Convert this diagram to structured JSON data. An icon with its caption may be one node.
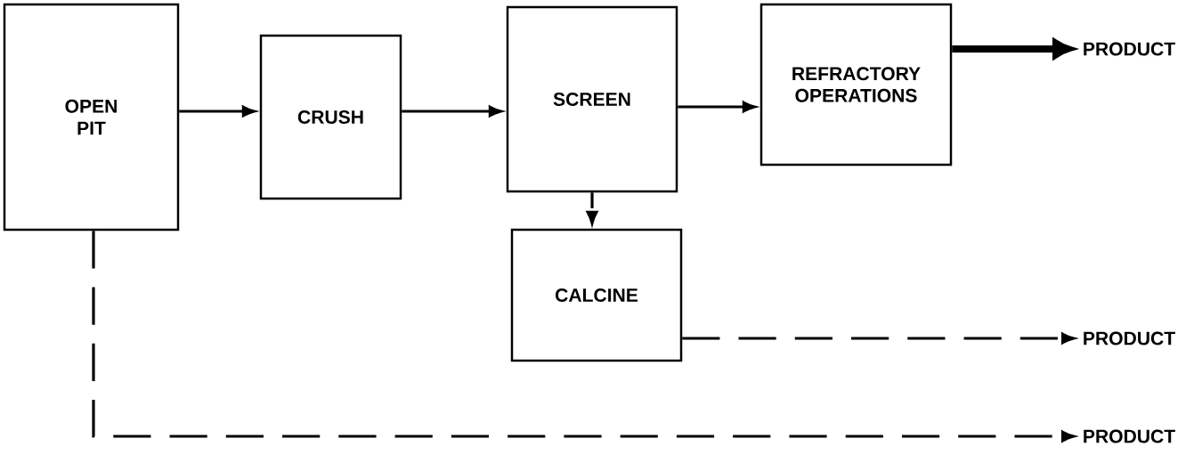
{
  "diagram": {
    "nodes": [
      {
        "text": [
          "OPEN PIT"
        ]
      },
      {
        "text": [
          "CRUSH"
        ]
      },
      {
        "text": [
          "SCREEN"
        ]
      },
      {
        "text": [
          "REFRACTORY OPERATIONS"
        ]
      },
      {
        "text": [
          "PRODUCT"
        ]
      },
      {
        "text": [
          "CALCINE"
        ]
      },
      {
        "text": [
          "PRODUCT"
        ]
      },
      {
        "text": [
          "PRODUCT"
        ]
      }
    ],
    "edges": [
      {
        "from": 0,
        "to": 1,
        "arrow": "to"
      },
      {
        "from": 1,
        "to": 2,
        "arrow": "to"
      },
      {
        "from": 2,
        "to": 3,
        "arrow": "to"
      },
      {
        "from": 3,
        "to": 4,
        "arrow": "to",
        "style": "thick"
      },
      {
        "from": 2,
        "to": 5,
        "arrow": "to",
        "style": "dashed"
      },
      {
        "from": 5,
        "to": 6,
        "arrow": "to",
        "style": "dashed"
      },
      {
        "from": 0,
        "to": 7,
        "arrow": "to",
        "style": "dashed"
      }
    ]
  }
}
